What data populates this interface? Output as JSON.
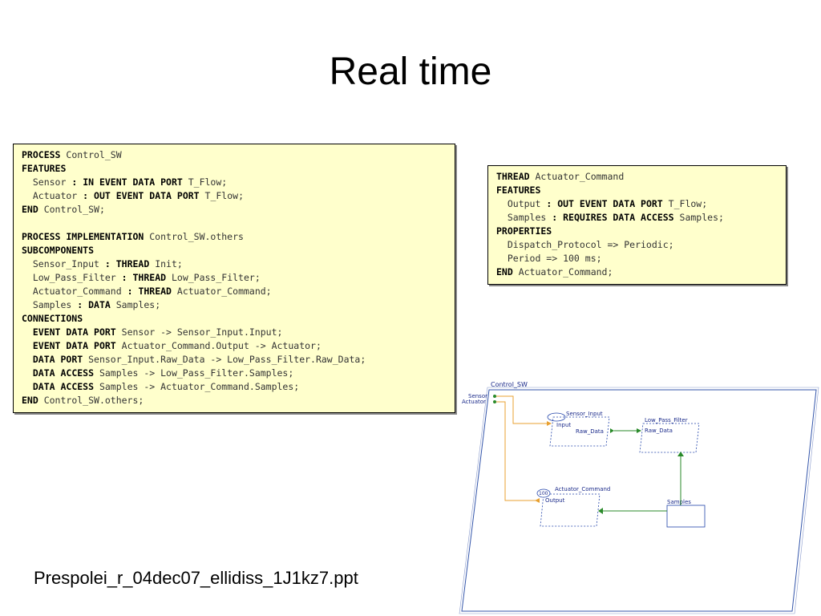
{
  "title": "Real time",
  "footer": "Prespolei_r_04dec07_ellidiss_1J1kz7.ppt",
  "code_left": [
    [
      {
        "k": "PROCESS"
      },
      {
        "t": " Control_SW"
      }
    ],
    [
      {
        "k": "FEATURES"
      }
    ],
    [
      {
        "t": "  Sensor "
      },
      {
        "s": ":"
      },
      {
        "t": " "
      },
      {
        "k": "IN EVENT DATA PORT"
      },
      {
        "t": " T_Flow;"
      }
    ],
    [
      {
        "t": "  Actuator "
      },
      {
        "s": ":"
      },
      {
        "t": " "
      },
      {
        "k": "OUT EVENT DATA PORT"
      },
      {
        "t": " T_Flow;"
      }
    ],
    [
      {
        "k": "END"
      },
      {
        "t": " Control_SW;"
      }
    ],
    [],
    [
      {
        "k": "PROCESS IMPLEMENTATION"
      },
      {
        "t": " Control_SW.others"
      }
    ],
    [
      {
        "k": "SUBCOMPONENTS"
      }
    ],
    [
      {
        "t": "  Sensor_Input "
      },
      {
        "s": ":"
      },
      {
        "t": " "
      },
      {
        "k": "THREAD"
      },
      {
        "t": " Init;"
      }
    ],
    [
      {
        "t": "  Low_Pass_Filter "
      },
      {
        "s": ":"
      },
      {
        "t": " "
      },
      {
        "k": "THREAD"
      },
      {
        "t": " Low_Pass_Filter;"
      }
    ],
    [
      {
        "t": "  Actuator_Command "
      },
      {
        "s": ":"
      },
      {
        "t": " "
      },
      {
        "k": "THREAD"
      },
      {
        "t": " Actuator_Command;"
      }
    ],
    [
      {
        "t": "  Samples "
      },
      {
        "s": ":"
      },
      {
        "t": " "
      },
      {
        "k": "DATA"
      },
      {
        "t": " Samples;"
      }
    ],
    [
      {
        "k": "CONNECTIONS"
      }
    ],
    [
      {
        "t": "  "
      },
      {
        "k": "EVENT DATA PORT"
      },
      {
        "t": " Sensor -> Sensor_Input.Input;"
      }
    ],
    [
      {
        "t": "  "
      },
      {
        "k": "EVENT DATA PORT"
      },
      {
        "t": " Actuator_Command.Output -> Actuator;"
      }
    ],
    [
      {
        "t": "  "
      },
      {
        "k": "DATA PORT"
      },
      {
        "t": " Sensor_Input.Raw_Data -> Low_Pass_Filter.Raw_Data;"
      }
    ],
    [
      {
        "t": "  "
      },
      {
        "k": "DATA ACCESS"
      },
      {
        "t": " Samples -> Low_Pass_Filter.Samples;"
      }
    ],
    [
      {
        "t": "  "
      },
      {
        "k": "DATA ACCESS"
      },
      {
        "t": " Samples -> Actuator_Command.Samples;"
      }
    ],
    [
      {
        "k": "END"
      },
      {
        "t": " Control_SW.others;"
      }
    ]
  ],
  "code_right": [
    [
      {
        "k": "THREAD"
      },
      {
        "t": " Actuator_Command"
      }
    ],
    [
      {
        "k": "FEATURES"
      }
    ],
    [
      {
        "t": "  Output "
      },
      {
        "s": ":"
      },
      {
        "t": " "
      },
      {
        "k": "OUT EVENT DATA PORT"
      },
      {
        "t": " T_Flow;"
      }
    ],
    [
      {
        "t": "  Samples "
      },
      {
        "s": ":"
      },
      {
        "t": " "
      },
      {
        "k": "REQUIRES DATA ACCESS"
      },
      {
        "t": " Samples;"
      }
    ],
    [
      {
        "k": "PROPERTIES"
      }
    ],
    [
      {
        "t": "  Dispatch_Protocol => Periodic;"
      }
    ],
    [
      {
        "t": "  Period => 100 ms;"
      }
    ],
    [
      {
        "k": "END"
      },
      {
        "t": " Actuator_Command;"
      }
    ]
  ],
  "diagram": {
    "process_label": "Control_SW",
    "port_sensor": "Sensor",
    "port_actuator": "Actuator",
    "sensor_input": "Sensor_Input",
    "sensor_input_port": "Input",
    "sensor_input_out": "Raw_Data",
    "low_pass_filter": "Low_Pass_Filter",
    "low_pass_filter_in": "Raw_Data",
    "actuator_command": "Actuator_Command",
    "actuator_command_period": "100",
    "actuator_command_out": "Output",
    "samples": "Samples",
    "colors": {
      "process_border": "#3355aa",
      "thread_border": "#2244aa",
      "event_link": "#e8a030",
      "data_link": "#2a8a2a",
      "label_blue": "#1a2a8a"
    }
  }
}
